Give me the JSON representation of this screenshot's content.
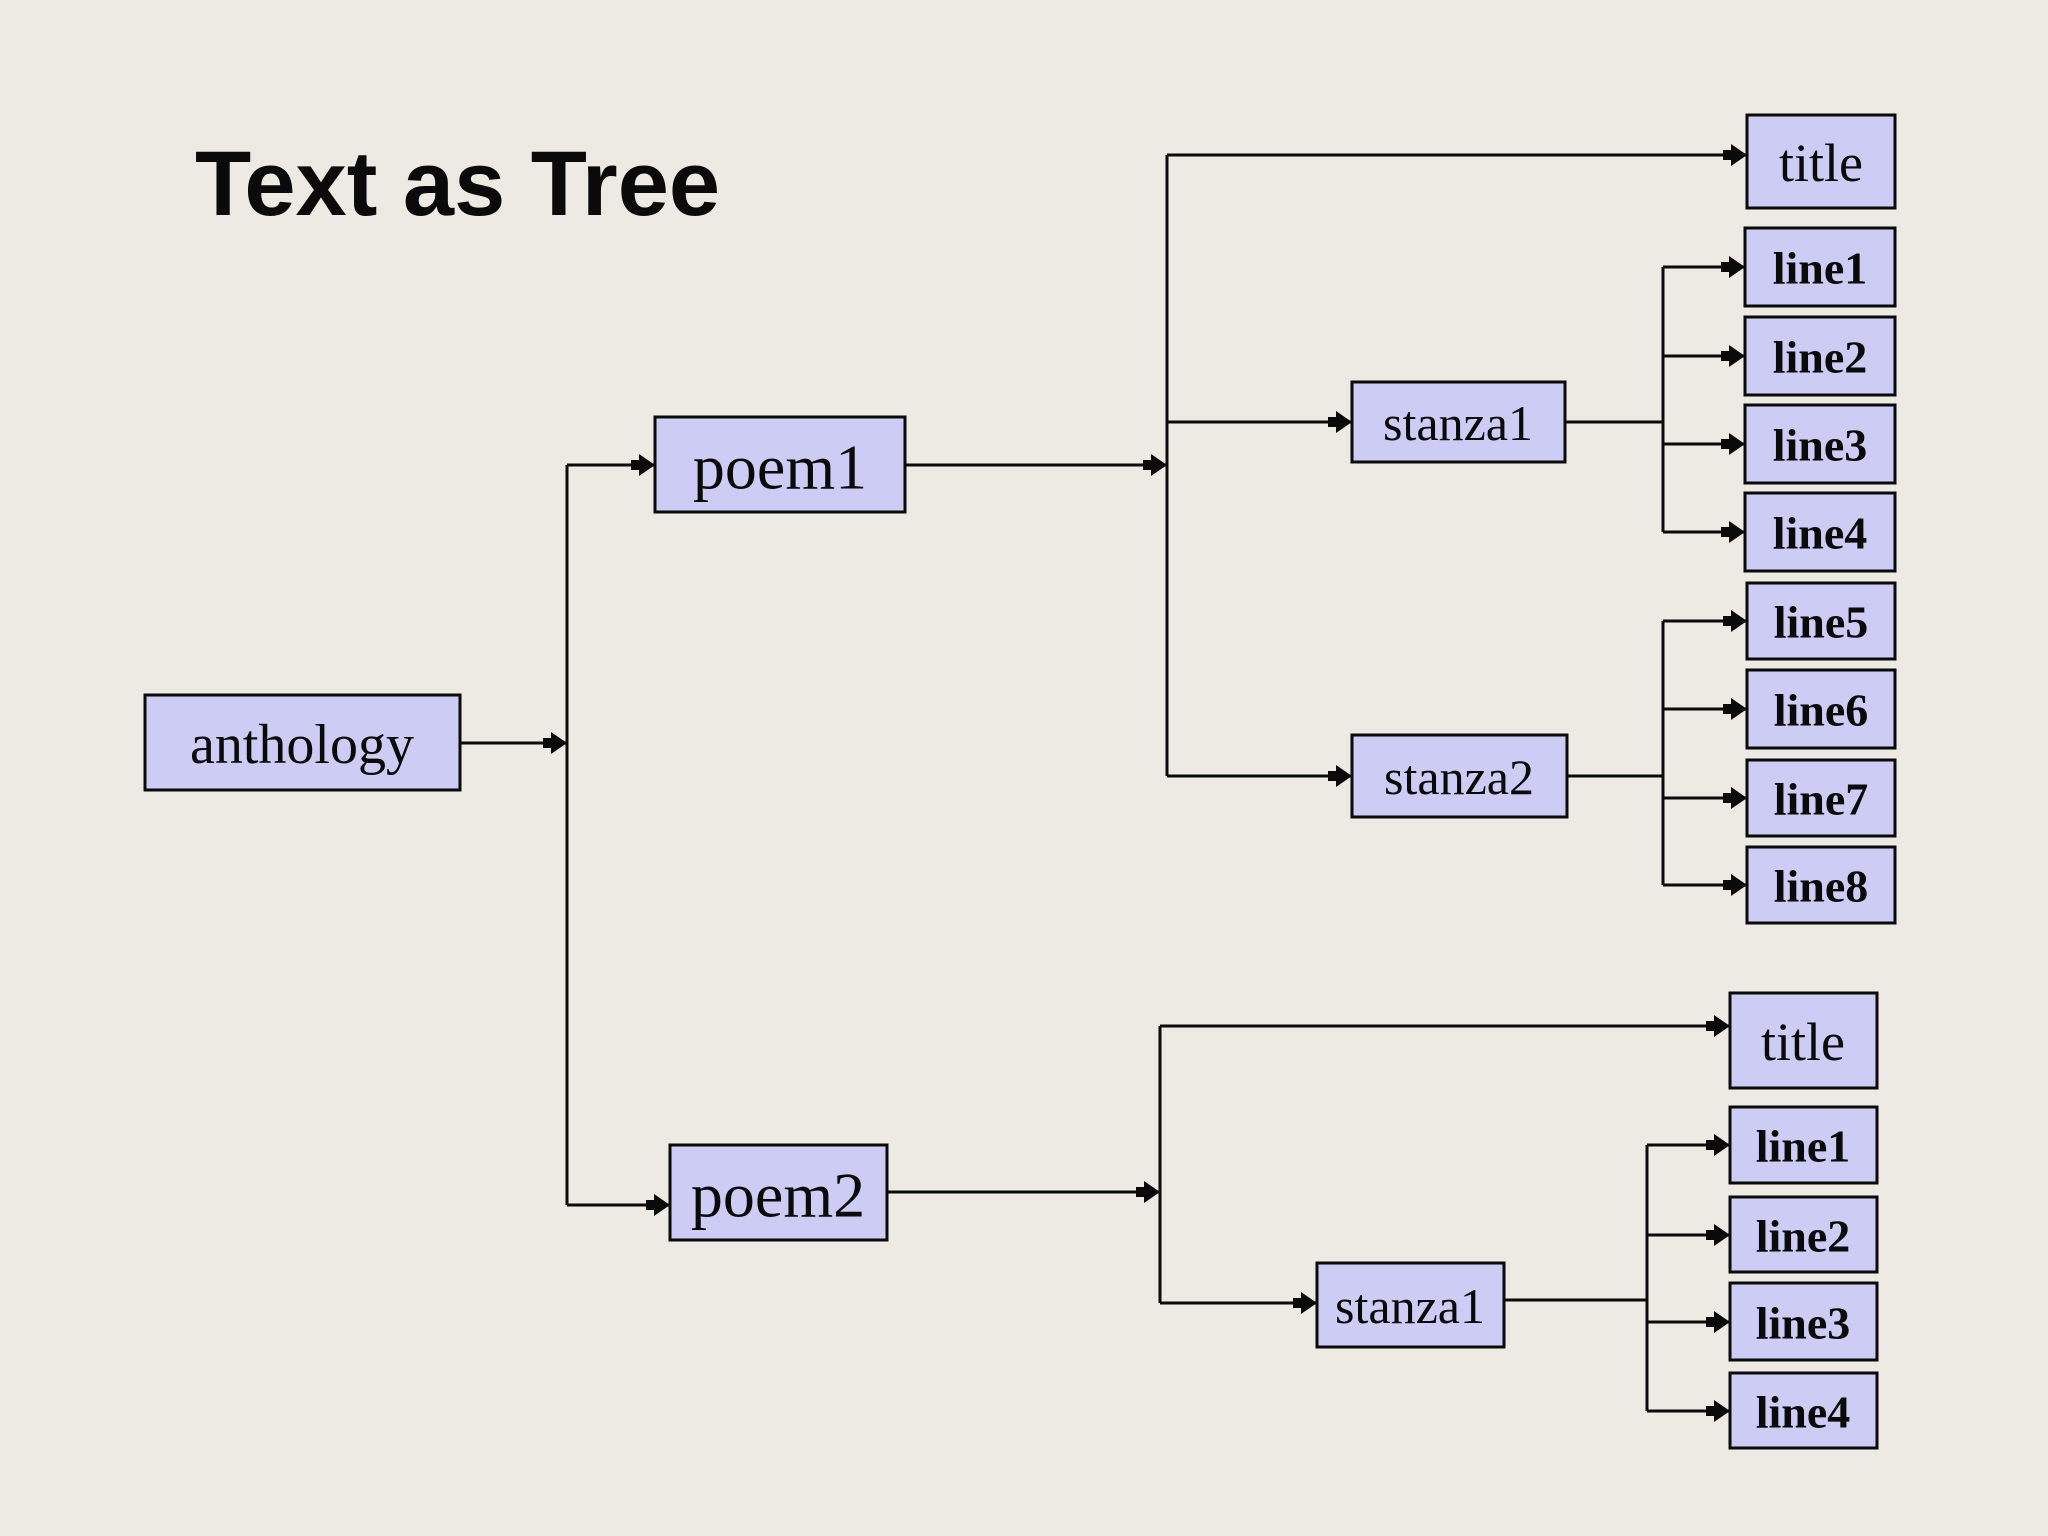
{
  "slide_title": "Text as Tree",
  "colors": {
    "background": "#EDEAE3",
    "node_fill": "#CCCCF4",
    "node_border": "#0A0A0A",
    "connector": "#0A0A0A",
    "text_color": "#0A0A0A"
  },
  "tree": {
    "root": "anthology",
    "poem1": {
      "label": "poem1",
      "title": "title",
      "stanza1": {
        "label": "stanza1",
        "lines": [
          "line1",
          "line2",
          "line3",
          "line4"
        ]
      },
      "stanza2": {
        "label": "stanza2",
        "lines": [
          "line5",
          "line6",
          "line7",
          "line8"
        ]
      }
    },
    "poem2": {
      "label": "poem2",
      "title": "title",
      "stanza1": {
        "label": "stanza1",
        "lines": [
          "line1",
          "line2",
          "line3",
          "line4"
        ]
      }
    }
  }
}
